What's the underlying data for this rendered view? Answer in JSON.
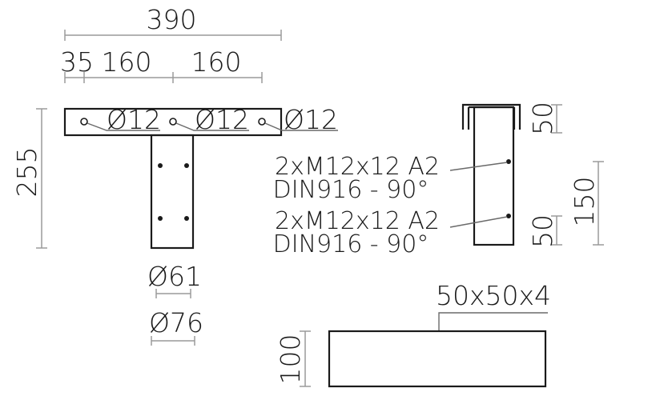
{
  "dimensions": {
    "overall_width": "390",
    "offset_left": "35",
    "spacing_1": "160",
    "spacing_2": "160",
    "height_total": "255",
    "hole_diameter_1": "Ø12",
    "hole_diameter_2": "Ø12",
    "hole_diameter_3": "Ø12",
    "tube_inner": "Ø61",
    "tube_outer": "Ø76",
    "side_top": "50",
    "side_bottom": "50",
    "side_height": "150",
    "profile": "50x50x4",
    "profile_height": "100"
  },
  "screws": {
    "screw_1_line1": "2xM12x12 A2",
    "screw_1_line2": "DIN916 - 90°",
    "screw_2_line1": "2xM12x12 A2",
    "screw_2_line2": "DIN916 - 90°"
  }
}
